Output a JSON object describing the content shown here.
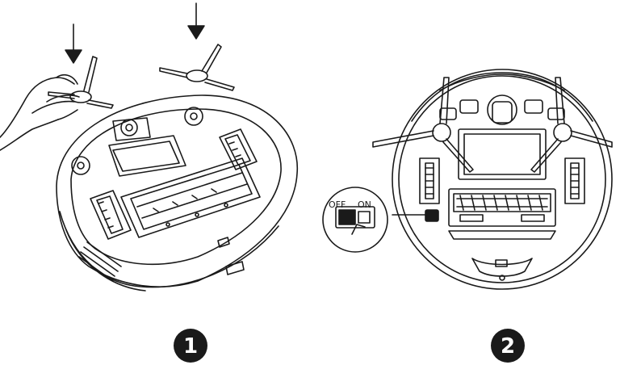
{
  "steps": [
    {
      "number": "1"
    },
    {
      "number": "2"
    }
  ],
  "switch": {
    "off_label": "OFF",
    "on_label": "ON"
  },
  "colors": {
    "ink": "#1a1a1a",
    "paper": "#ffffff"
  },
  "icons": [
    "down-arrow-icon",
    "side-brush-icon",
    "hand-icon",
    "power-switch-icon"
  ]
}
